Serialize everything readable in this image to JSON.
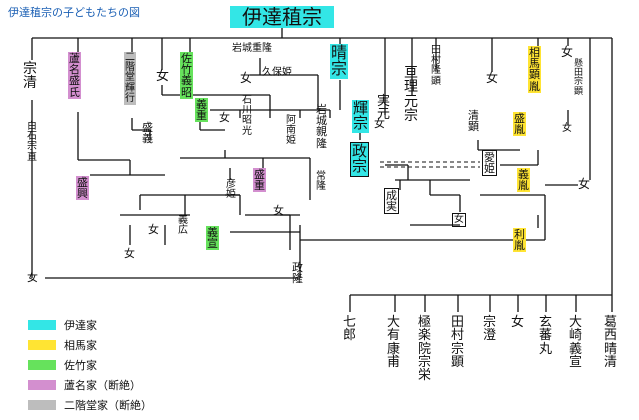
{
  "title": "伊達稙宗の子どもたちの図",
  "root": "伊達稙宗",
  "people": {
    "soshin": "宗清",
    "shirotori": "白石宗直",
    "ashina_morishi": "蘆名盛氏",
    "ashina_morioki": "盛興",
    "nikaido_teruyuki": "二階堂輝行",
    "moriyoshi": "盛義",
    "satake_yoshiaki": "佐竹義昭",
    "yoshishige": "義重",
    "iwaki_shigetaka": "岩城重隆",
    "kubohime": "久保姫",
    "harumune": "晴宗",
    "ishikawa_akimitsu": "石川昭光",
    "anan_hime": "阿南姫",
    "iwaki_chikataka": "岩城親隆",
    "terumune": "輝宗",
    "masamune": "政宗",
    "sanemoto": "実元",
    "watari_motomune": "亘理元宗",
    "tamura_takaaki": "田村隆顕",
    "kiyoaki": "清顕",
    "megohime": "愛姫",
    "soma_akitane": "相馬顕胤",
    "soma_moritane": "盛胤",
    "yoshitane": "義胤",
    "toshitane": "利胤",
    "kakeda_muneyoshi": "懸田宗顕",
    "hikohime": "彦姫",
    "morishige": "盛重",
    "tsunetaka": "常隆",
    "shigemune": "成実",
    "masataka": "政隆",
    "yoshihiro": "義広",
    "yoshinobu": "義宣",
    "shichiro": "七郎",
    "oarimunenaga": "大有康甫",
    "gokurakuin": "極楽院宗栄",
    "tamura_munekiyo": "田村宗顕",
    "munetaka": "宗澄",
    "gempumaru": "玄蕃丸",
    "osaki_yoshinao": "大崎義宣",
    "kasai_harukiyo": "葛西晴清",
    "daughter": "女"
  },
  "legend": [
    {
      "label": "伊達家",
      "color": "#33e6e6"
    },
    {
      "label": "相馬家",
      "color": "#ffe433"
    },
    {
      "label": "佐竹家",
      "color": "#66e25c"
    },
    {
      "label": "蘆名家（断絶）",
      "color": "#d38fcf"
    },
    {
      "label": "二階堂家（断絶）",
      "color": "#bdbdbd"
    }
  ]
}
